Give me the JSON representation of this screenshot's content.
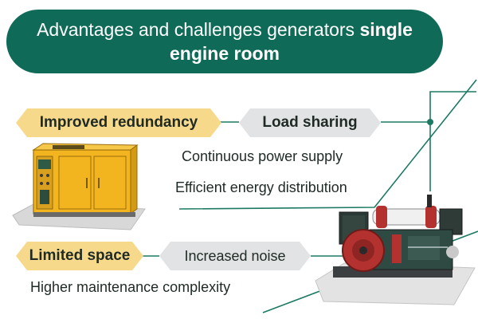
{
  "title": {
    "line1_regular": "Advantages and challenges generators",
    "line1_bold": "single",
    "line2_bold": "engine room"
  },
  "advantages": {
    "primary": "Improved redundancy",
    "secondary": "Load sharing",
    "points": [
      "Continuous power supply",
      "Efficient energy distribution"
    ]
  },
  "challenges": {
    "primary": "Limited space",
    "secondary": "Increased noise",
    "points": [
      "Higher maintenance complexity"
    ]
  },
  "colors": {
    "brand_green": "#0f6b58",
    "tag_yellow": "#f7d98c",
    "tag_gray": "#e2e3e4",
    "generator_yellow": "#f2b51f",
    "engine_red": "#b3312e"
  },
  "icons": [
    "yellow-generator-icon",
    "engine-generator-icon"
  ]
}
